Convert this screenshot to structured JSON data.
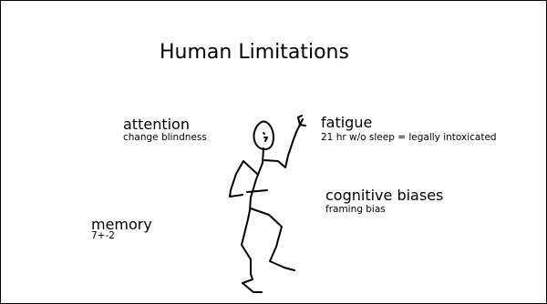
{
  "slide": {
    "title": "Human Limitations",
    "labels": {
      "attention": "attention",
      "attention_sub": "change blindness",
      "fatigue": "fatigue",
      "fatigue_sub": "21 hr w/o sleep = legally intoxicated",
      "cognitive": "cognitive biases",
      "cognitive_sub": "framing bias",
      "memory": "memory",
      "memory_sub": "7+-2"
    },
    "figure": {
      "icon": "stick-figure-icon"
    },
    "colors": {
      "background": "#ffffff",
      "text": "#000000",
      "border": "#000000"
    }
  }
}
